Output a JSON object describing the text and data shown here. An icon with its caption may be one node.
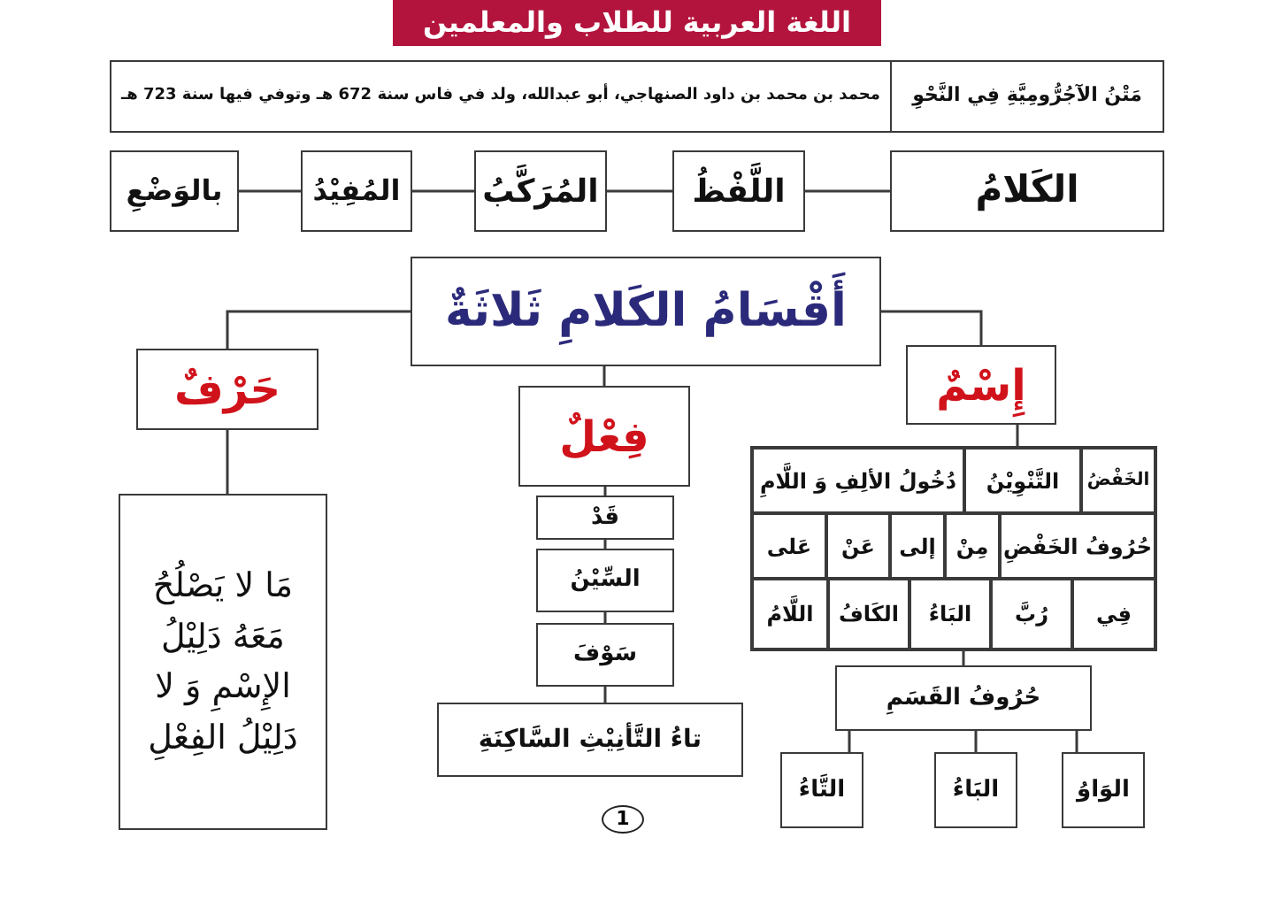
{
  "diagram": {
    "title": "اللغة العربية للطلاب والمعلمين",
    "nodes": [
      {
        "text": [
          "مَتْنُ الآجُرُّومِيَّةِ فِي النَّحْوِ"
        ]
      },
      {
        "text": [
          "محمد بن محمد بن داود الصنهاجي، أبو عبدالله، ولد في فاس سنة 672 هـ وتوفي فيها سنة 723 هـ"
        ]
      },
      {
        "text": [
          "الكَلامُ"
        ]
      },
      {
        "text": [
          "اللَّفْظُ"
        ]
      },
      {
        "text": [
          "المُرَكَّبُ"
        ]
      },
      {
        "text": [
          "المُفِيْدُ"
        ]
      },
      {
        "text": [
          "بالوَضْعِ"
        ]
      },
      {
        "text": [
          "أَقْسَامُ الكَلامِ ثَلاثَةٌ"
        ]
      },
      {
        "text": [
          "إِسْمٌ"
        ]
      },
      {
        "text": [
          "فِعْلٌ"
        ]
      },
      {
        "text": [
          "حَرْفٌ"
        ]
      },
      {
        "text": [
          "مَا لا يَصْلُحُ مَعَهُ دَلِيْلُ الإِسْمِ وَ لا دَلِيْلُ الفِعْلِ"
        ]
      },
      {
        "text": [
          "قَدْ"
        ]
      },
      {
        "text": [
          "السِّيْنُ"
        ]
      },
      {
        "text": [
          "سَوْفَ"
        ]
      },
      {
        "text": [
          "تاءُ التَّأنِيْثِ السَّاكِنَةِ"
        ]
      },
      {
        "text": [],
        "shape": "box"
      },
      {
        "text": [
          "الخَفْضُ"
        ],
        "in": 16
      },
      {
        "text": [
          "التَّنْوِيْنُ"
        ],
        "in": 16
      },
      {
        "text": [
          "دُخُولُ الألِفِ وَ اللَّامِ"
        ],
        "in": 16
      },
      {
        "text": [
          "حُرُوفُ الخَفْضِ"
        ],
        "in": 16
      },
      {
        "text": [
          "مِنْ"
        ],
        "in": 16
      },
      {
        "text": [
          "إلى"
        ],
        "in": 16
      },
      {
        "text": [
          "عَنْ"
        ],
        "in": 16
      },
      {
        "text": [
          "عَلى"
        ],
        "in": 16
      },
      {
        "text": [
          "فِي"
        ],
        "in": 16
      },
      {
        "text": [
          "رُبَّ"
        ],
        "in": 16
      },
      {
        "text": [
          "البَاءُ"
        ],
        "in": 16
      },
      {
        "text": [
          "الكَافُ"
        ],
        "in": 16
      },
      {
        "text": [
          "اللَّامُ"
        ],
        "in": 16
      },
      {
        "text": [
          "حُرُوفُ القَسَمِ"
        ]
      },
      {
        "text": [
          "الوَاوُ"
        ]
      },
      {
        "text": [
          "البَاءُ"
        ]
      },
      {
        "text": [
          "التَّاءُ"
        ]
      }
    ],
    "edges": [
      {
        "from": 2,
        "to": 3,
        "arrow": "none"
      },
      {
        "from": 3,
        "to": 4,
        "arrow": "none"
      },
      {
        "from": 4,
        "to": 5,
        "arrow": "none"
      },
      {
        "from": 5,
        "to": 6,
        "arrow": "none"
      },
      {
        "from": 7,
        "to": 8,
        "arrow": "none"
      },
      {
        "from": 7,
        "to": 9,
        "arrow": "none"
      },
      {
        "from": 7,
        "to": 10,
        "arrow": "none"
      },
      {
        "from": 10,
        "to": 11,
        "arrow": "none"
      },
      {
        "from": 9,
        "to": 12,
        "arrow": "none"
      },
      {
        "from": 12,
        "to": 13,
        "arrow": "none"
      },
      {
        "from": 13,
        "to": 14,
        "arrow": "none"
      },
      {
        "from": 14,
        "to": 15,
        "arrow": "none"
      },
      {
        "from": 8,
        "to": 16,
        "arrow": "none"
      },
      {
        "from": 16,
        "to": 30,
        "arrow": "none"
      },
      {
        "from": 30,
        "to": 31,
        "arrow": "none"
      },
      {
        "from": 30,
        "to": 32,
        "arrow": "none"
      },
      {
        "from": 30,
        "to": 33,
        "arrow": "none"
      }
    ],
    "labels": [
      "1"
    ]
  }
}
